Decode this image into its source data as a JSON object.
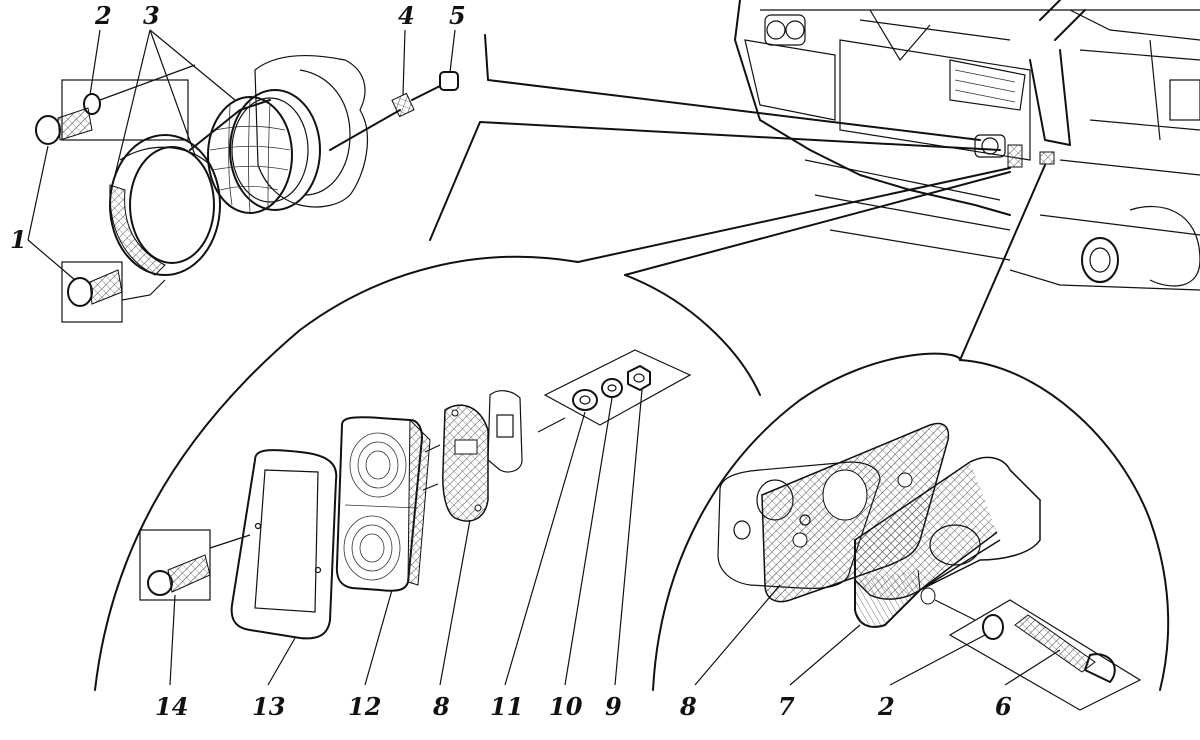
{
  "callouts": {
    "headlamp": {
      "c1": "1",
      "c2": "2",
      "c3": "3",
      "c4": "4",
      "c5": "5"
    },
    "tail_lamp": {
      "c14": "14",
      "c13": "13",
      "c12": "12",
      "c8": "8",
      "c11": "11",
      "c10": "10",
      "c9": "9"
    },
    "side_lamp": {
      "c8": "8",
      "c7": "7",
      "c2": "2",
      "c6": "6"
    }
  },
  "colors": {
    "ink": "#111111",
    "paper": "#ffffff",
    "hatch": "#444444"
  }
}
